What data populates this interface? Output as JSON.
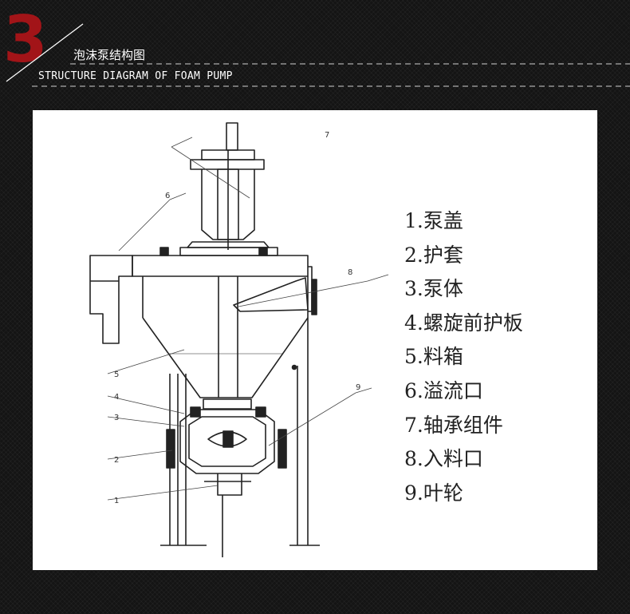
{
  "header": {
    "section_number": "3",
    "title_cn": "泡沫泵结构图",
    "title_en": "STRUCTURE DIAGRAM OF FOAM PUMP",
    "accent_color": "#a21418"
  },
  "diagram": {
    "callouts": [
      "1",
      "2",
      "3",
      "4",
      "5",
      "6",
      "7",
      "8",
      "9"
    ],
    "legend": [
      "1.泵盖",
      "2.护套",
      "3.泵体",
      "4.螺旋前护板",
      "5.料箱",
      "6.溢流口",
      "7.轴承组件",
      "8.入料口",
      "9.叶轮"
    ]
  }
}
